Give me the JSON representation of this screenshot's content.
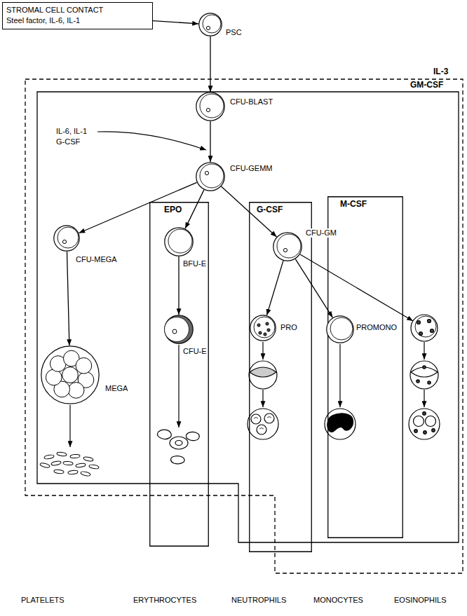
{
  "diagram": {
    "nodes": [
      {
        "text": [
          "STROMAL CELL CONTACT",
          "Steel factor, IL-6, IL-1"
        ]
      },
      {
        "text": [
          "PSC"
        ]
      },
      {
        "text": [
          "IL-3"
        ]
      },
      {
        "text": [
          "GM-CSF"
        ],
        "in": 2
      },
      {
        "text": [
          "CFU-BLAST"
        ],
        "in": 3
      },
      {
        "text": [
          "CFU-GEMM"
        ],
        "in": 3
      },
      {
        "text": [
          "CFU-MEGA"
        ],
        "in": 3
      },
      {
        "text": [
          "EPO"
        ],
        "in": 3
      },
      {
        "text": [
          "BFU-E"
        ],
        "in": 7
      },
      {
        "text": [
          "G-CSF"
        ],
        "in": 3
      },
      {
        "text": [
          "CFU-GM"
        ],
        "in": 9
      },
      {
        "text": [
          "M-CSF"
        ],
        "in": 3
      },
      {
        "text": [
          "MEGA"
        ],
        "in": 3
      },
      {
        "text": [
          "CFU-E"
        ],
        "in": 7
      },
      {
        "text": [
          "PRO"
        ],
        "in": 9
      },
      {
        "text": [
          "PROMONO"
        ],
        "in": 11
      }
    ],
    "edges": [
      {
        "from": 0,
        "to": 1,
        "arrow": "to"
      },
      {
        "from": 1,
        "to": 4,
        "arrow": "to"
      },
      {
        "from": 4,
        "to": 5,
        "arrow": "to"
      },
      {
        "from": 5,
        "to": 6,
        "arrow": "to"
      },
      {
        "from": 5,
        "to": 8,
        "arrow": "to"
      },
      {
        "from": 5,
        "to": 10,
        "arrow": "to"
      },
      {
        "from": 6,
        "to": 12,
        "arrow": "to"
      },
      {
        "from": 8,
        "to": 13,
        "arrow": "to"
      },
      {
        "from": 10,
        "to": 14,
        "arrow": "to"
      },
      {
        "from": 10,
        "to": 15,
        "arrow": "to"
      }
    ],
    "labels": [
      "IL-6, IL-1",
      "G-CSF",
      "PLATELETS",
      "ERYTHROCYTES",
      "NEUTROPHILS",
      "MONOCYTES",
      "EOSINOPHILS"
    ]
  }
}
